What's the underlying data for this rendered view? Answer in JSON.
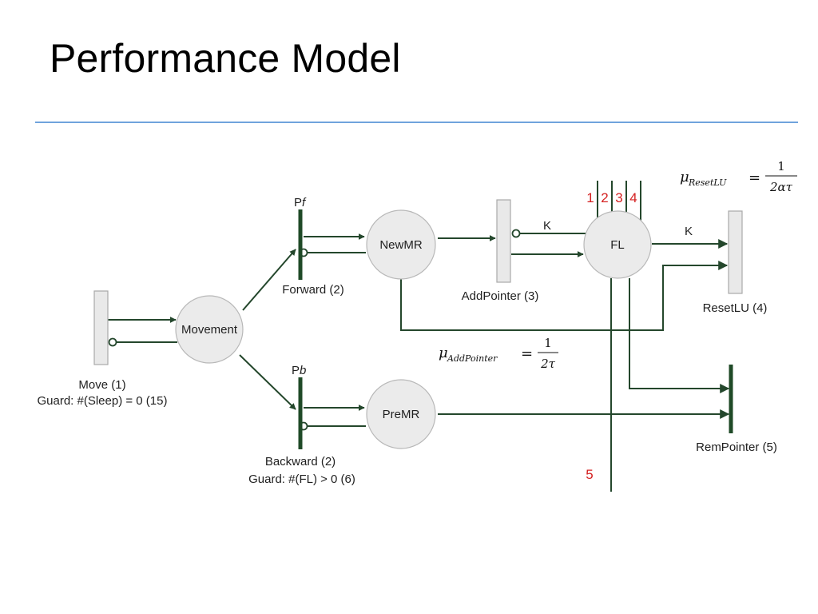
{
  "slide": {
    "title": "Performance Model"
  },
  "diagram": {
    "places": {
      "movement": "Movement",
      "newmr": "NewMR",
      "premr": "PreMR",
      "fl": "FL"
    },
    "transitions": {
      "move": "Move (1)",
      "move_guard": "Guard: #(Sleep) = 0 (15)",
      "forward": "Forward (2)",
      "forward_prob": "P",
      "forward_prob_sub": "f",
      "backward": "Backward (2)",
      "backward_guard": "Guard: #(FL) > 0 (6)",
      "backward_prob": "P",
      "backward_prob_sub": "b",
      "addpointer": "AddPointer (3)",
      "resetlu": "ResetLU (4)",
      "rempointer": "RemPointer (5)"
    },
    "arc_labels": {
      "k_addpointer": "K",
      "k_resetlu": "K"
    },
    "red_numbers": {
      "n1": "1",
      "n2": "2",
      "n3": "3",
      "n4": "4",
      "n5": "5"
    },
    "formulas": {
      "reset_mu": "μ",
      "reset_sub": "ResetLU",
      "reset_eq": "=",
      "reset_num": "1",
      "reset_den": "2ατ",
      "add_mu": "μ",
      "add_sub": "AddPointer",
      "add_eq": "=",
      "add_num": "1",
      "add_den": "2τ"
    }
  }
}
